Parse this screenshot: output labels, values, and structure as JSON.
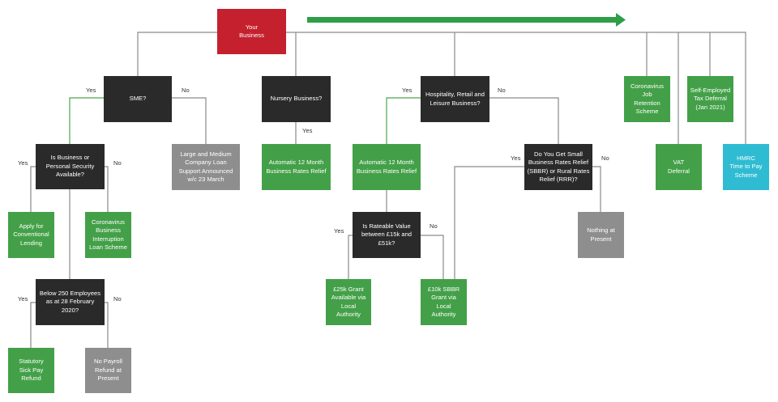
{
  "colors": {
    "start": "#c4202e",
    "decision": "#2a2a2a",
    "support": "#43a048",
    "unavailable": "#8e8e8e",
    "hmrc": "#2fbcd3",
    "arrow": "#2e9e47",
    "connector_green": "#4aa84e",
    "connector_grey": "#8a8a8a"
  },
  "nodes": {
    "your_business": "Your\nBusiness",
    "sme": "SME?",
    "nursery": "Nursery Business?",
    "hospitality": "Hospitality, Retail and\nLeisure Business?",
    "job_retention": "Coronavirus\nJob\nRetention\nScheme",
    "self_employed": "Self-Employed\nTax Deferral\n(Jan 2021)",
    "security": "Is Business or\nPersonal Security\nAvailable?",
    "large_medium": "Large and Medium\nCompany Loan\nSupport Announced\nw/c 23 March",
    "nursery_relief": "Automatic 12 Month\nBusiness Rates Relief",
    "hosp_relief": "Automatic 12 Month\nBusiness Rates Relief",
    "sbbr_question": "Do You Get Small\nBusiness Rates Relief\n(SBBR) or Rural Rates\nRelief (RRR)?",
    "vat": "VAT\nDeferral",
    "hmrc": "HMRC\nTime to Pay\nScheme",
    "conventional": "Apply for\nConventional\nLending",
    "cbil": "Coronavirus\nBusiness\nInterruption\nLoan Scheme",
    "rateable": "Is Rateable Value\nbetween £15k and\n£51k?",
    "nothing": "Nothing at\nPresent",
    "below250": "Below 250 Employees\nas at 28 February\n2020?",
    "grant25": "£25k Grant\nAvailable via\nLocal\nAuthority",
    "grant10": "£10k SBBR\nGrant via\nLocal\nAuthority",
    "ssp": "Statutory\nSick Pay\nRefund",
    "no_payroll": "No Payroll\nRefund at\nPresent"
  },
  "labels": {
    "sme_yes": "Yes",
    "sme_no": "No",
    "nursery_yes": "Yes",
    "hosp_yes": "Yes",
    "hosp_no": "No",
    "security_yes": "Yes",
    "security_no": "No",
    "sbbr_yes": "Yes",
    "sbbr_no": "No",
    "rateable_yes": "Yes",
    "rateable_no": "No",
    "below250_yes": "Yes",
    "below250_no": "No"
  }
}
